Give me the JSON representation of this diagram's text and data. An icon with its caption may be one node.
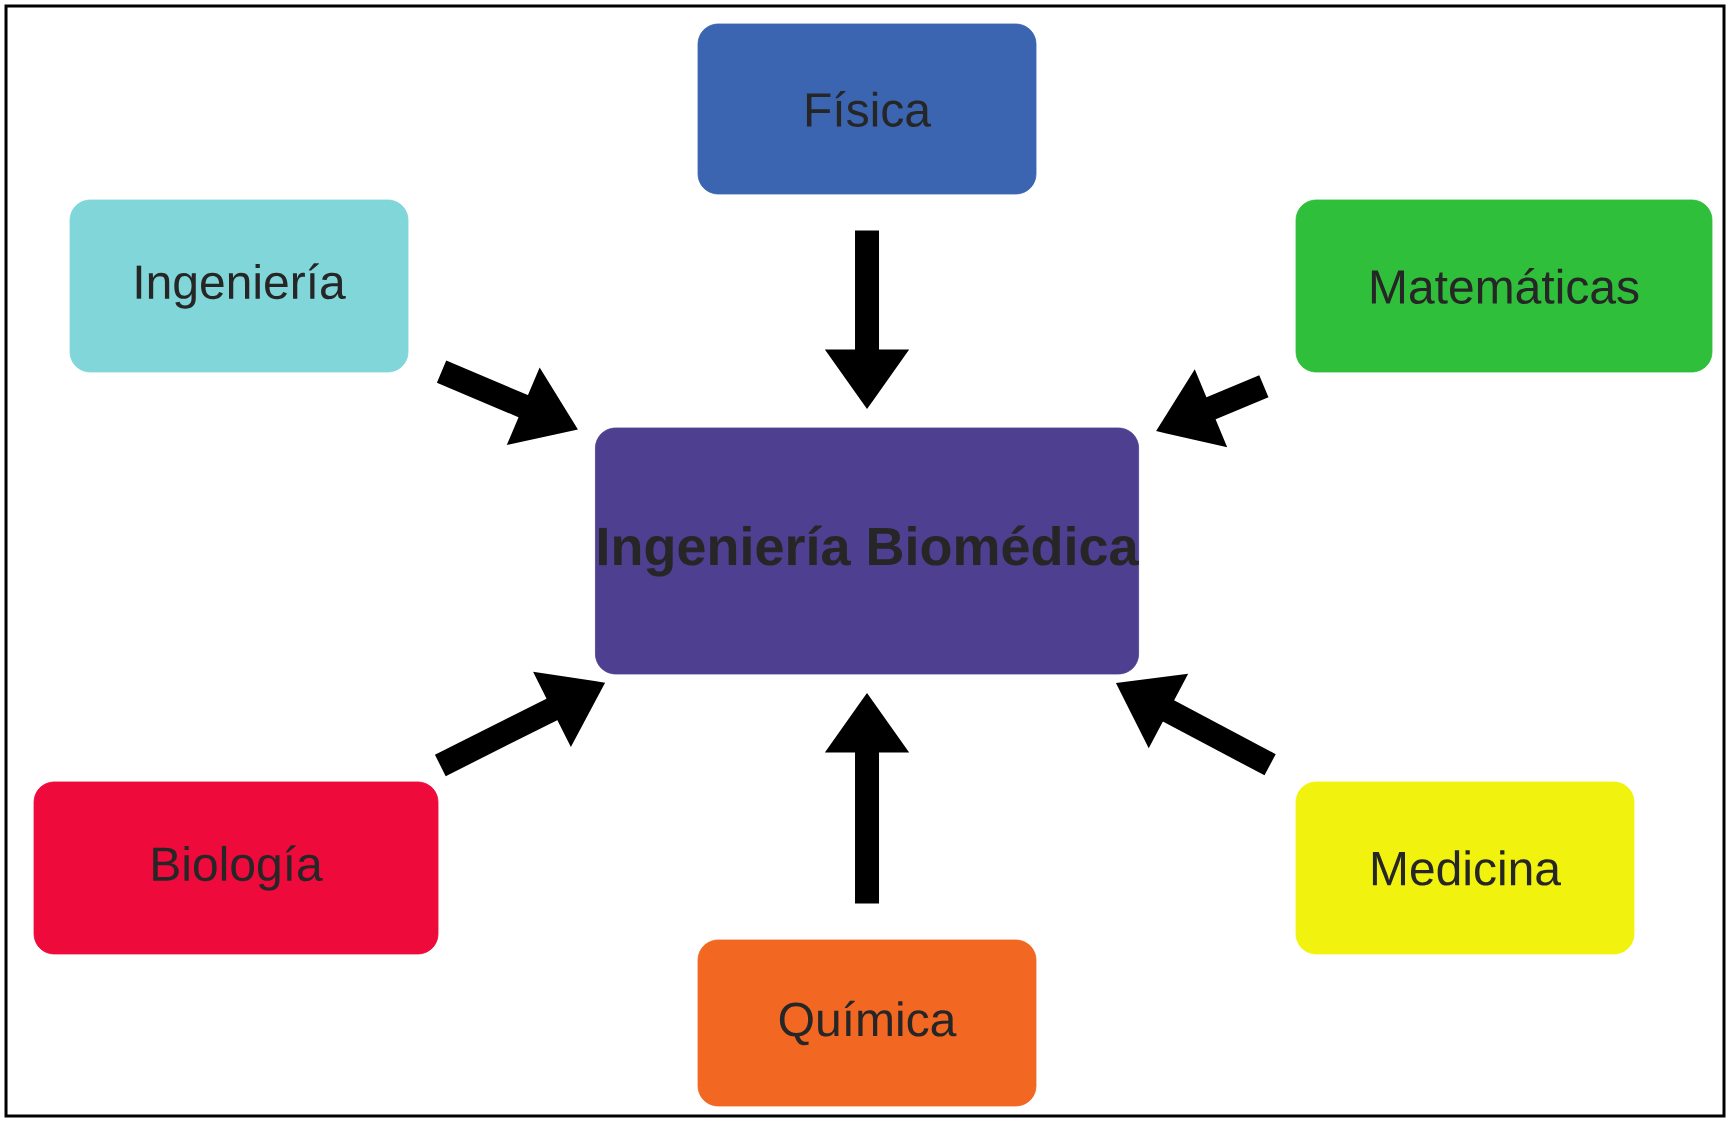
{
  "diagram": {
    "nodes": [
      {
        "text": [
          "Física"
        ]
      },
      {
        "text": [
          "Ingeniería"
        ]
      },
      {
        "text": [
          "Matemáticas"
        ]
      },
      {
        "text": [
          "Ingeniería Biomédica"
        ]
      },
      {
        "text": [
          "Biología"
        ]
      },
      {
        "text": [
          "Medicina"
        ]
      },
      {
        "text": [
          "Química"
        ]
      }
    ],
    "edges": [
      {
        "from": 0,
        "to": 3,
        "arrow": "to"
      },
      {
        "from": 1,
        "to": 3,
        "arrow": "to"
      },
      {
        "from": 2,
        "to": 3,
        "arrow": "to"
      },
      {
        "from": 4,
        "to": 3,
        "arrow": "to"
      },
      {
        "from": 5,
        "to": 3,
        "arrow": "to"
      },
      {
        "from": 6,
        "to": 3,
        "arrow": "to"
      }
    ]
  }
}
